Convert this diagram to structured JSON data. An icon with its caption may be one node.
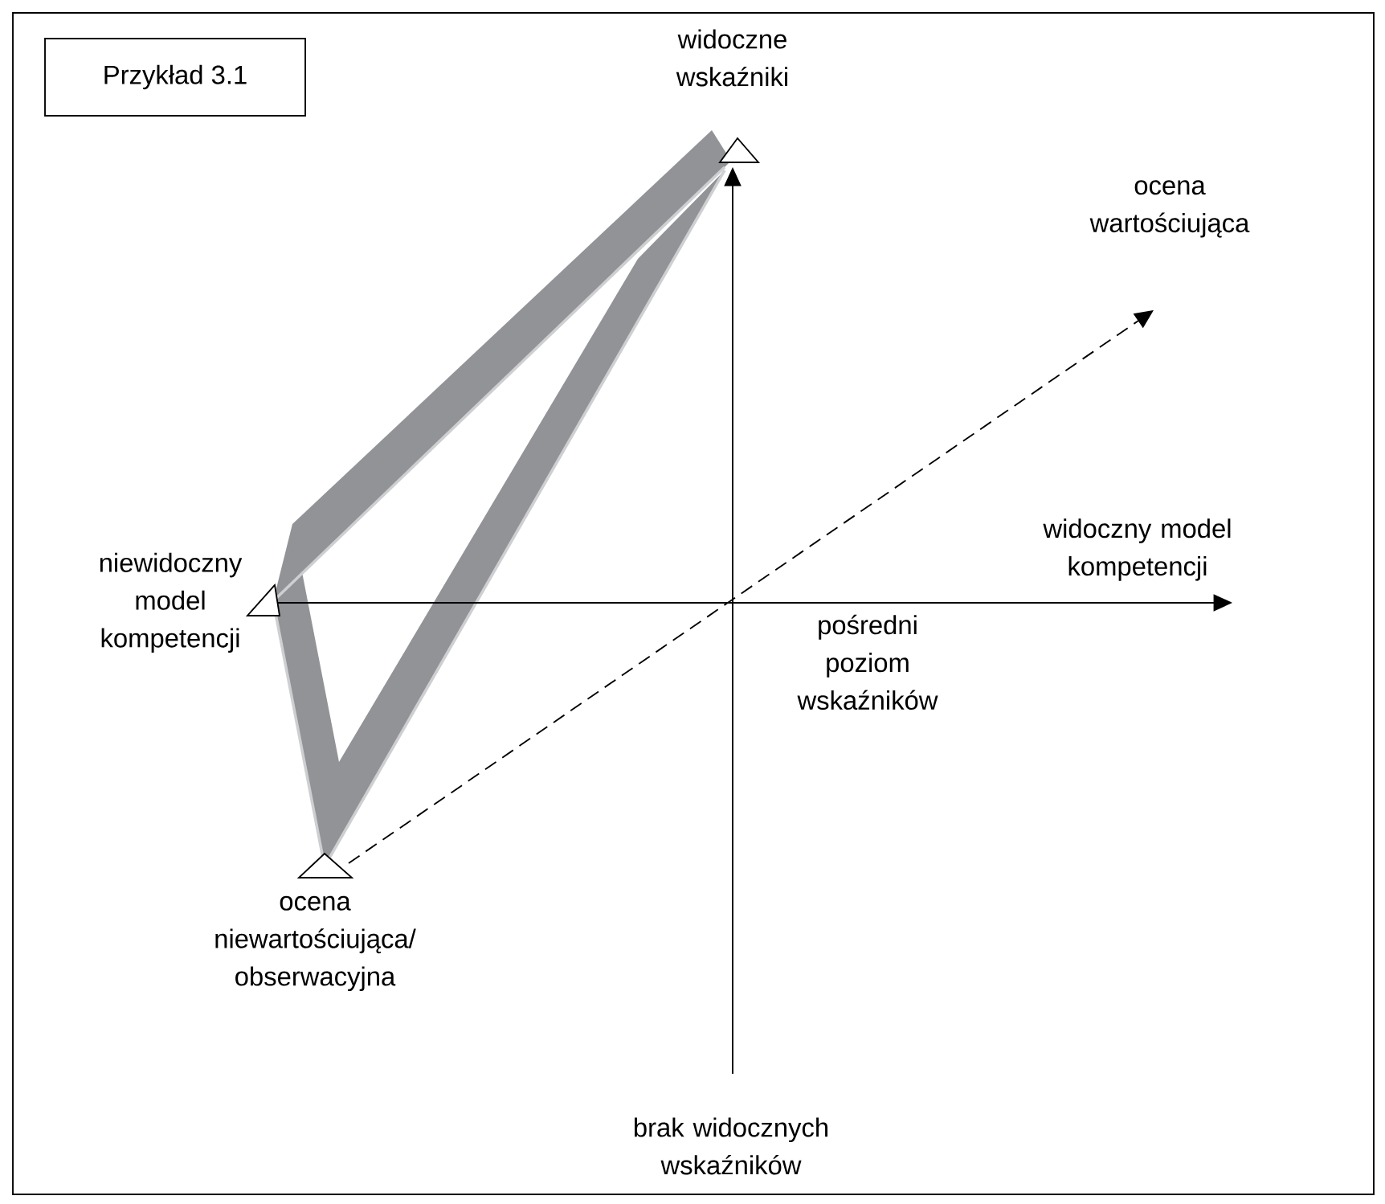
{
  "diagram": {
    "title": "Przykład 3.1",
    "labels": [
      "widoczne wskaźniki",
      "ocena wartościująca",
      "widoczny model kompetencji",
      "niewidoczny model kompetencji",
      "pośredni poziom wskaźników",
      "ocena niewartościująca/ obserwacyjna",
      "brak widocznych wskaźników"
    ]
  }
}
